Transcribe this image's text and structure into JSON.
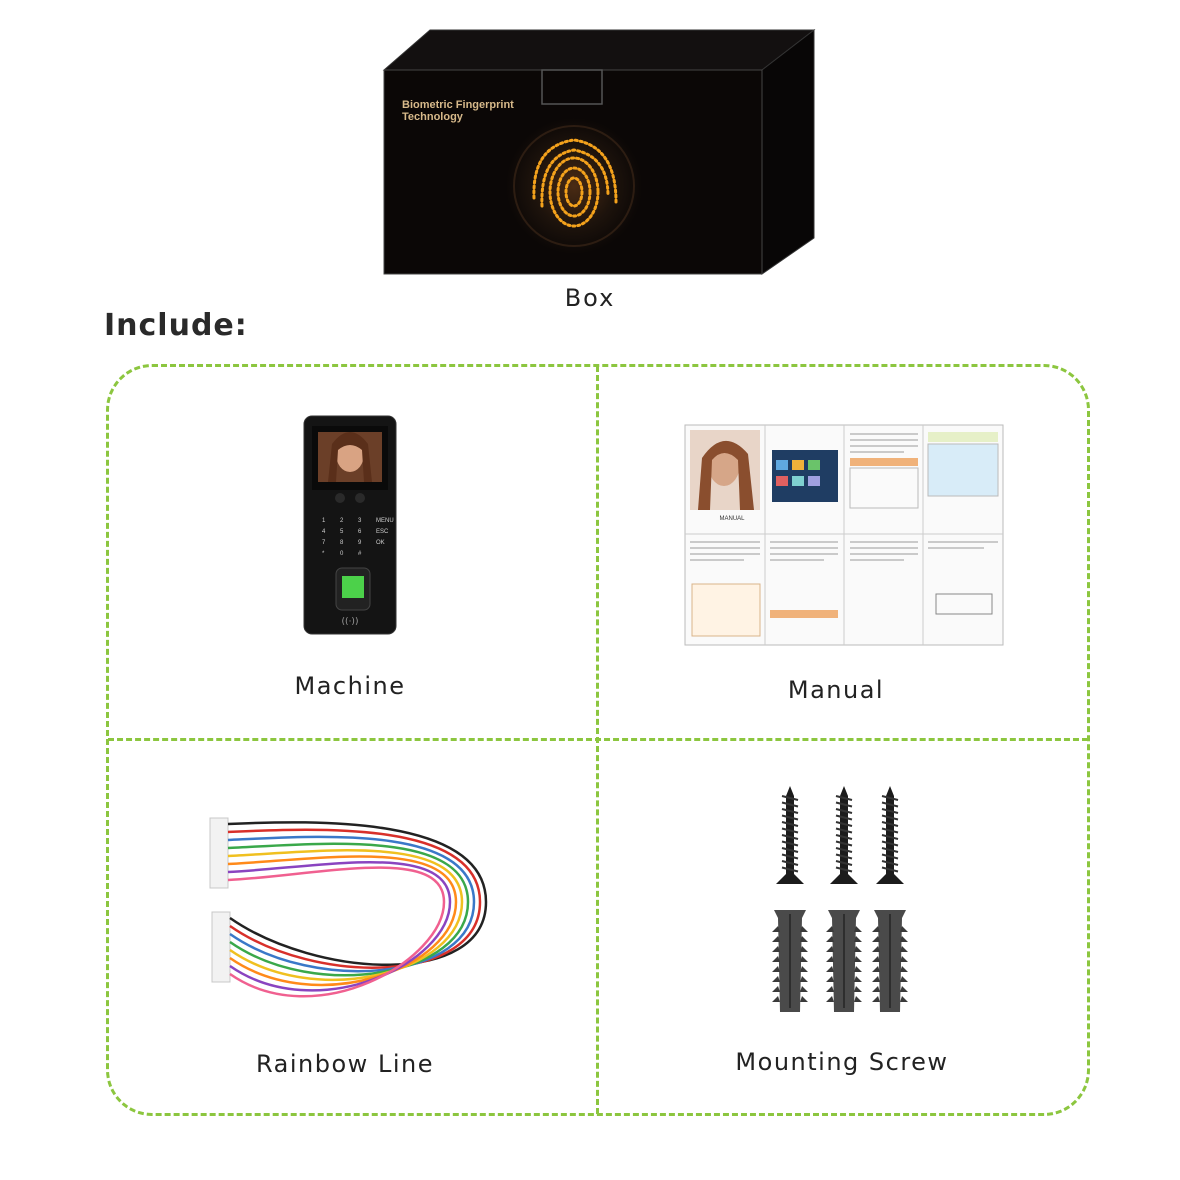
{
  "box": {
    "printed_text_line1": "Biometric Fingerprint",
    "printed_text_line2": "Technology",
    "caption": "Box",
    "icon": "fingerprint-icon"
  },
  "include_heading": "Include:",
  "items": [
    {
      "caption": "Machine",
      "icon": "fingerprint-terminal"
    },
    {
      "caption": "Manual",
      "icon": "manual-booklet"
    },
    {
      "caption": "Rainbow Line",
      "icon": "rainbow-cable"
    },
    {
      "caption": "Mounting Screw",
      "icon": "screw-and-anchor"
    }
  ],
  "machine_keys": [
    "1",
    "2",
    "3",
    "MENU",
    "4",
    "5",
    "6",
    "ESC",
    "7",
    "8",
    "9",
    "OK",
    "*",
    "0",
    "#",
    ""
  ],
  "manual_title": "MANUAL",
  "colors": {
    "accent_border": "#8cc63f",
    "box_body": "#0b0706",
    "fingerprint_glow": "#f4a21c"
  }
}
